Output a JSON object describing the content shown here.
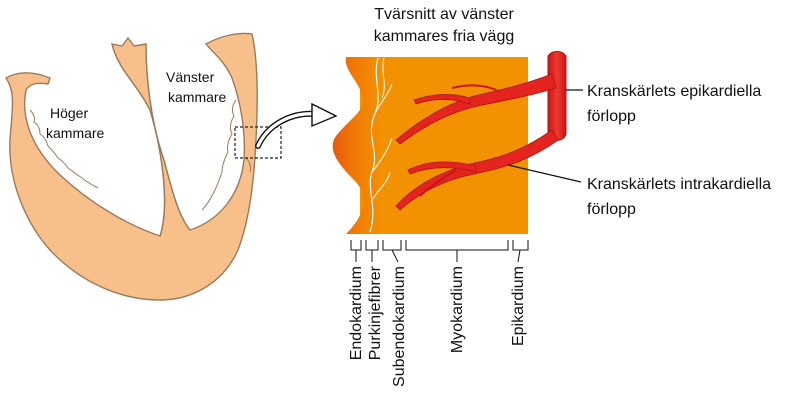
{
  "colors": {
    "heart_tissue": "#f7c08a",
    "heart_outline": "#9a7a5c",
    "myocardium": "#f39200",
    "endocardium": "#e95a0c",
    "vessel": "#e52420",
    "vessel_outline": "#a8170f",
    "fibers": "#ffffff"
  },
  "left": {
    "right_ventricle": [
      "Höger",
      "kammare"
    ],
    "left_ventricle": [
      "Vänster",
      "kammare"
    ]
  },
  "section": {
    "title": [
      "Tvärsnitt av vänster",
      "kammares fria vägg"
    ]
  },
  "callouts": {
    "epicardial": [
      "Kranskärlets epikardiella",
      "förlopp"
    ],
    "intracardial": [
      "Kranskärlets intrakardiella",
      "förlopp"
    ]
  },
  "layers": [
    "Endokardium",
    "Purkinjefibrer",
    "Subendokardium",
    "Myokardium",
    "Epikardium"
  ]
}
